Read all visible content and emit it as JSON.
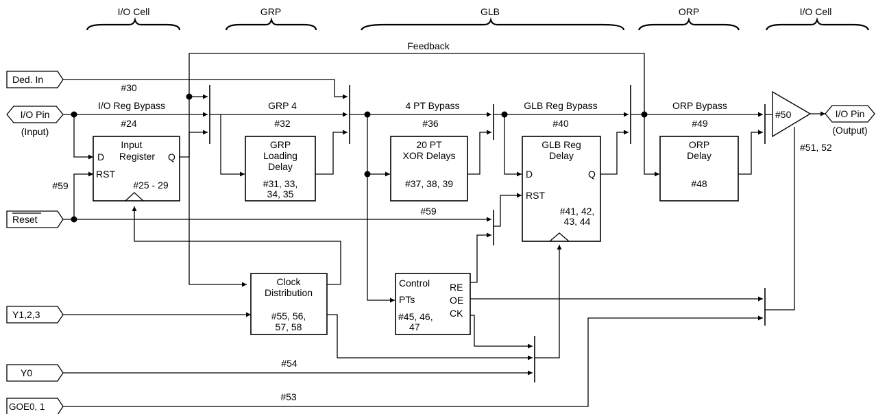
{
  "sections": [
    "I/O Cell",
    "GRP",
    "GLB",
    "ORP",
    "I/O Cell"
  ],
  "feedback_label": "Feedback",
  "inputs": {
    "ded_in": "Ded. In",
    "io_pin_in": "I/O Pin",
    "io_pin_in_sub": "(Input)",
    "reset": "Reset",
    "y123": "Y1,2,3",
    "y0": "Y0",
    "goe": "GOE0, 1"
  },
  "output": {
    "pin": "I/O Pin",
    "sub": "(Output)",
    "buffer": "#50",
    "buffer_delay": "#51, 52"
  },
  "path_labels": {
    "p30": "#30",
    "io_reg_bypass": "I/O Reg Bypass",
    "p24": "#24",
    "grp4": "GRP 4",
    "p32": "#32",
    "pt_bypass": "4 PT Bypass",
    "p36": "#36",
    "glb_reg_bypass": "GLB Reg Bypass",
    "p40": "#40",
    "orp_bypass": "ORP Bypass",
    "p49": "#49",
    "p59_left": "#59",
    "p59_mid": "#59",
    "p54": "#54",
    "p53": "#53"
  },
  "blocks": {
    "input_register": {
      "title1": "Input",
      "title2": "Register",
      "d": "D",
      "q": "Q",
      "rst": "RST",
      "delay": "#25 - 29"
    },
    "grp_delay": {
      "l1": "GRP",
      "l2": "Loading",
      "l3": "Delay",
      "d1": "#31, 33,",
      "d2": "34, 35"
    },
    "xor_delays": {
      "l1": "20 PT",
      "l2": "XOR Delays",
      "d1": "#37, 38, 39"
    },
    "glb_reg": {
      "l1": "GLB Reg",
      "l2": "Delay",
      "d": "D",
      "q": "Q",
      "rst": "RST",
      "d1": "#41, 42,",
      "d2": "43, 44"
    },
    "orp_delay": {
      "l1": "ORP",
      "l2": "Delay",
      "d1": "#48"
    },
    "clock_dist": {
      "l1": "Clock",
      "l2": "Distribution",
      "d1": "#55, 56,",
      "d2": "57, 58"
    },
    "control_pts": {
      "l1": "Control",
      "l2": "PTs",
      "re": "RE",
      "oe": "OE",
      "ck": "CK",
      "d1": "#45, 46,",
      "d2": "47"
    }
  }
}
